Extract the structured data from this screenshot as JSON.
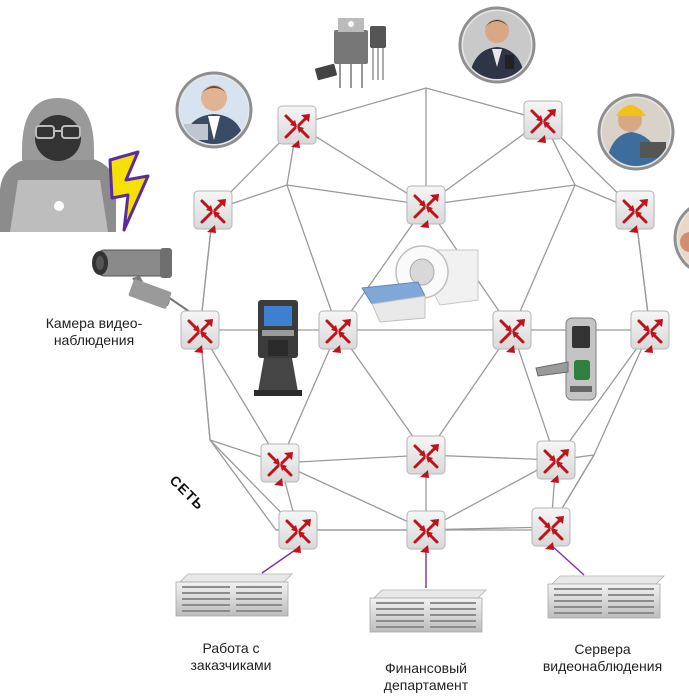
{
  "diagram": {
    "network_label": "СЕТЬ",
    "labels": {
      "camera": "Камера видео-\nнаблюдения",
      "customers": "Работа с\nзаказчиками",
      "finance": "Финансовый\nдепартамент",
      "video_servers": "Сервера\nвидеонаблюдения"
    },
    "colors": {
      "switch_arrow": "#c0121b",
      "switch_box": "#e9e9e9",
      "link": "#9a9a9a",
      "uplink": "#7b2fb0",
      "lightning": "#f5e000",
      "lightning_outline": "#5b2ca0"
    },
    "icons": [
      "hacker-icon",
      "lightning-icon",
      "cctv-camera-icon",
      "chip-icon",
      "businessman-icon",
      "phone-user-icon",
      "worker-icon",
      "atm-kiosk-icon",
      "mri-scanner-icon",
      "biometric-lock-icon",
      "server-rack-icon"
    ]
  }
}
